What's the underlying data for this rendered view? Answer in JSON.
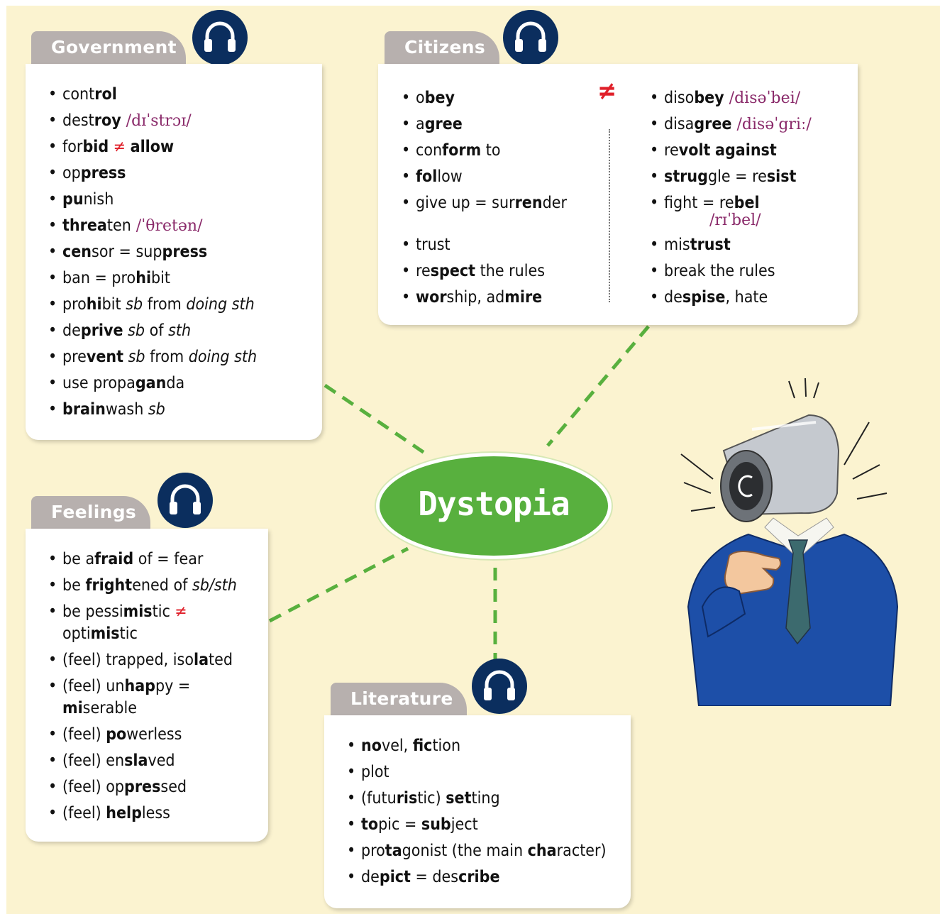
{
  "hub": {
    "label": "Dystopia"
  },
  "government": {
    "title": "Government",
    "items": [
      {
        "parts": [
          {
            "t": "cont"
          },
          {
            "t": "rol",
            "b": true
          }
        ]
      },
      {
        "parts": [
          {
            "t": "dest"
          },
          {
            "t": "roy",
            "b": true
          },
          {
            "t": " /dɪˈstrɔɪ/",
            "ipa": true
          }
        ]
      },
      {
        "parts": [
          {
            "t": "for"
          },
          {
            "t": "bid",
            "b": true
          },
          {
            "t": " ≠ ",
            "ne": true
          },
          {
            "t": "allow",
            "b": true
          }
        ]
      },
      {
        "parts": [
          {
            "t": "op"
          },
          {
            "t": "press",
            "b": true
          }
        ]
      },
      {
        "parts": [
          {
            "t": "pu",
            "b": true
          },
          {
            "t": "nish"
          }
        ]
      },
      {
        "parts": [
          {
            "t": "threa",
            "b": true
          },
          {
            "t": "ten"
          },
          {
            "t": " /ˈθretən/",
            "ipa": true
          }
        ]
      },
      {
        "parts": [
          {
            "t": "cen",
            "b": true
          },
          {
            "t": "sor = sup"
          },
          {
            "t": "press",
            "b": true
          }
        ]
      },
      {
        "parts": [
          {
            "t": "ban = pro"
          },
          {
            "t": "hi",
            "b": true
          },
          {
            "t": "bit"
          }
        ]
      },
      {
        "parts": [
          {
            "t": "pro"
          },
          {
            "t": "hi",
            "b": true
          },
          {
            "t": "bit "
          },
          {
            "t": "sb",
            "i": true
          },
          {
            "t": " from "
          },
          {
            "t": "doing sth",
            "i": true
          }
        ]
      },
      {
        "parts": [
          {
            "t": "de"
          },
          {
            "t": "prive",
            "b": true
          },
          {
            "t": " "
          },
          {
            "t": "sb",
            "i": true
          },
          {
            "t": " of "
          },
          {
            "t": "sth",
            "i": true
          }
        ]
      },
      {
        "parts": [
          {
            "t": "pre"
          },
          {
            "t": "vent",
            "b": true
          },
          {
            "t": " "
          },
          {
            "t": "sb",
            "i": true
          },
          {
            "t": " from "
          },
          {
            "t": "doing sth",
            "i": true
          }
        ]
      },
      {
        "parts": [
          {
            "t": "use propa"
          },
          {
            "t": "gan",
            "b": true
          },
          {
            "t": "da"
          }
        ]
      },
      {
        "parts": [
          {
            "t": "brain",
            "b": true
          },
          {
            "t": "wash "
          },
          {
            "t": "sb",
            "i": true
          }
        ]
      }
    ]
  },
  "citizens": {
    "title": "Citizens",
    "not_equal": "≠",
    "left_items": [
      {
        "parts": [
          {
            "t": "o"
          },
          {
            "t": "bey",
            "b": true
          }
        ]
      },
      {
        "parts": [
          {
            "t": "a"
          },
          {
            "t": "gree",
            "b": true
          }
        ]
      },
      {
        "parts": [
          {
            "t": "con"
          },
          {
            "t": "form",
            "b": true
          },
          {
            "t": " to"
          }
        ]
      },
      {
        "parts": [
          {
            "t": "fol",
            "b": true
          },
          {
            "t": "low"
          }
        ]
      },
      {
        "parts": [
          {
            "t": "give up = sur"
          },
          {
            "t": "ren",
            "b": true
          },
          {
            "t": "der"
          }
        ]
      },
      {
        "parts": [
          {
            "t": "trust"
          }
        ]
      },
      {
        "parts": [
          {
            "t": "re"
          },
          {
            "t": "spect",
            "b": true
          },
          {
            "t": " the rules"
          }
        ]
      },
      {
        "parts": [
          {
            "t": "wor",
            "b": true
          },
          {
            "t": "ship, ad"
          },
          {
            "t": "mire",
            "b": true
          }
        ]
      }
    ],
    "right_items": [
      {
        "parts": [
          {
            "t": "diso"
          },
          {
            "t": "bey",
            "b": true
          },
          {
            "t": " /disəˈbei/",
            "ipa": true
          }
        ]
      },
      {
        "parts": [
          {
            "t": "disa"
          },
          {
            "t": "gree",
            "b": true
          },
          {
            "t": " /disəˈgriː/",
            "ipa": true
          }
        ]
      },
      {
        "parts": [
          {
            "t": "re"
          },
          {
            "t": "volt",
            "b": true
          },
          {
            "t": " "
          },
          {
            "t": "against",
            "b": true
          }
        ]
      },
      {
        "parts": [
          {
            "t": "strug",
            "b": true
          },
          {
            "t": "gle = re"
          },
          {
            "t": "sist",
            "b": true
          }
        ]
      },
      {
        "parts": [
          {
            "t": "fight = re"
          },
          {
            "t": "bel",
            "b": true
          }
        ]
      },
      {
        "parts": [
          {
            "t": "mis"
          },
          {
            "t": "trust",
            "b": true
          }
        ]
      },
      {
        "parts": [
          {
            "t": "break the rules"
          }
        ]
      },
      {
        "parts": [
          {
            "t": "de"
          },
          {
            "t": "spise",
            "b": true
          },
          {
            "t": ", hate"
          }
        ]
      }
    ],
    "rebel_ipa": "/rɪˈbel/"
  },
  "feelings": {
    "title": "Feelings",
    "items": [
      {
        "parts": [
          {
            "t": "be a"
          },
          {
            "t": "fraid",
            "b": true
          },
          {
            "t": " of = fear"
          }
        ]
      },
      {
        "parts": [
          {
            "t": "be "
          },
          {
            "t": "fright",
            "b": true
          },
          {
            "t": "ened of "
          },
          {
            "t": "sb/sth",
            "i": true
          }
        ]
      },
      {
        "parts": [
          {
            "t": "be pessi"
          },
          {
            "t": "mis",
            "b": true
          },
          {
            "t": "tic "
          },
          {
            "t": "≠",
            "ne": true
          }
        ]
      },
      {
        "cont": true,
        "parts": [
          {
            "t": "opti"
          },
          {
            "t": "mis",
            "b": true
          },
          {
            "t": "tic"
          }
        ]
      },
      {
        "parts": [
          {
            "t": "(feel) trapped, iso"
          },
          {
            "t": "la",
            "b": true
          },
          {
            "t": "ted"
          }
        ]
      },
      {
        "parts": [
          {
            "t": "(feel) un"
          },
          {
            "t": "hap",
            "b": true
          },
          {
            "t": "py ="
          }
        ]
      },
      {
        "cont": true,
        "parts": [
          {
            "t": "mi",
            "b": true
          },
          {
            "t": "serable"
          }
        ]
      },
      {
        "parts": [
          {
            "t": "(feel) "
          },
          {
            "t": "po",
            "b": true
          },
          {
            "t": "werless"
          }
        ]
      },
      {
        "parts": [
          {
            "t": "(feel) en"
          },
          {
            "t": "sla",
            "b": true
          },
          {
            "t": "ved"
          }
        ]
      },
      {
        "parts": [
          {
            "t": "(feel) op"
          },
          {
            "t": "pres",
            "b": true
          },
          {
            "t": "sed"
          }
        ]
      },
      {
        "parts": [
          {
            "t": "(feel) "
          },
          {
            "t": "help",
            "b": true
          },
          {
            "t": "less"
          }
        ]
      }
    ]
  },
  "literature": {
    "title": "Literature",
    "items": [
      {
        "parts": [
          {
            "t": "no",
            "b": true
          },
          {
            "t": "vel, "
          },
          {
            "t": "fic",
            "b": true
          },
          {
            "t": "tion"
          }
        ]
      },
      {
        "parts": [
          {
            "t": "plot"
          }
        ]
      },
      {
        "parts": [
          {
            "t": "(futu"
          },
          {
            "t": "ris",
            "b": true
          },
          {
            "t": "tic) "
          },
          {
            "t": "set",
            "b": true
          },
          {
            "t": "ting"
          }
        ]
      },
      {
        "parts": [
          {
            "t": "to",
            "b": true
          },
          {
            "t": "pic = "
          },
          {
            "t": "sub",
            "b": true
          },
          {
            "t": "ject"
          }
        ]
      },
      {
        "parts": [
          {
            "t": "pro"
          },
          {
            "t": "ta",
            "b": true
          },
          {
            "t": "gonist (the main "
          },
          {
            "t": "cha",
            "b": true
          },
          {
            "t": "racter)"
          }
        ]
      },
      {
        "parts": [
          {
            "t": "de"
          },
          {
            "t": "pict",
            "b": true
          },
          {
            "t": " = des"
          },
          {
            "t": "cribe",
            "b": true
          }
        ]
      }
    ]
  },
  "icons": {
    "audio": "headphones-icon",
    "illustration": "camera-head-businessman"
  },
  "colors": {
    "background": "#fbf3d0",
    "hub": "#58b03e",
    "tab": "#b7b0ae",
    "audio_circle": "#0b2e5e",
    "not_equal": "#e0202a",
    "ipa": "#8a2a6a",
    "connector": "#58b03e"
  }
}
